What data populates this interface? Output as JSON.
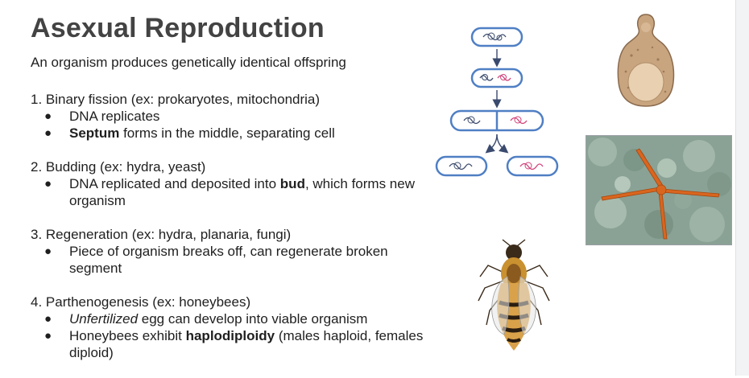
{
  "title": "Asexual Reproduction",
  "subtitle": "An organism produces genetically identical offspring",
  "sections": [
    {
      "heading": "1. Binary fission (ex: prokaryotes, mitochondria)",
      "bullets": [
        {
          "bold": "",
          "italic": "",
          "text": "DNA replicates"
        },
        {
          "bold": "Septum",
          "italic": "",
          "text": " forms in the middle, separating cell"
        }
      ]
    },
    {
      "heading": "2. Budding (ex: hydra, yeast)",
      "bullets": [
        {
          "pre": "DNA replicated and deposited into ",
          "bold": "bud",
          "text": ", which forms new organism"
        }
      ]
    },
    {
      "heading": "3. Regeneration (ex: hydra, planaria, fungi)",
      "bullets": [
        {
          "text": "Piece of organism breaks off, can regenerate broken segment"
        }
      ]
    },
    {
      "heading": "4. Parthenogenesis (ex: honeybees)",
      "bullets": [
        {
          "italic": "Unfertilized",
          "text": " egg can develop into viable organism"
        },
        {
          "pre": "Honeybees exhibit ",
          "bold": "haplodiploidy",
          "text": " (males haploid, females diploid)"
        }
      ]
    }
  ],
  "bullet_glyph": "●",
  "figures": {
    "binary_fission": "binary-fission-diagram",
    "yeast": "budding-yeast-illustration",
    "starfish": "starfish-photo",
    "honeybee": "honeybee-illustration"
  },
  "colors": {
    "title": "#434343",
    "cell_outline": "#4f7fc4",
    "dna_blue": "#3b4a6b",
    "dna_pink": "#d0417a",
    "arrow": "#3a4a6e",
    "yeast_body": "#c9a57f",
    "yeast_interior": "#e8d0b0"
  }
}
